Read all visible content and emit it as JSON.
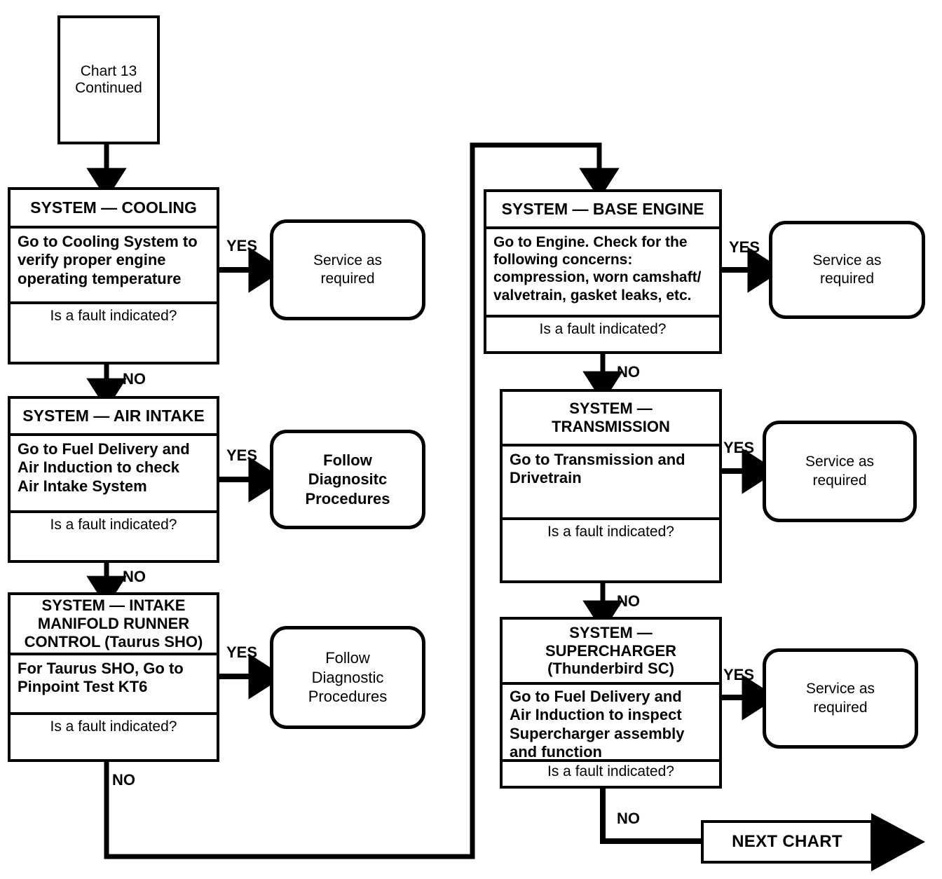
{
  "chart_data": {
    "type": "diagram",
    "title": "Chart 13 Continued — Diagnostic System Flowchart",
    "nodes": [
      {
        "id": "start",
        "kind": "box",
        "text": "Chart 13\nContinued"
      },
      {
        "id": "cooling",
        "kind": "process",
        "header": "SYSTEM — COOLING",
        "body": "Go to Cooling System to verify proper engine operating temperature",
        "question": "Is a fault indicated?"
      },
      {
        "id": "air-intake",
        "kind": "process",
        "header": "SYSTEM — AIR INTAKE",
        "body": "Go to Fuel Delivery and Air Induction to check Air Intake System",
        "question": "Is a fault indicated?"
      },
      {
        "id": "imrc",
        "kind": "process",
        "header": "SYSTEM — INTAKE MANIFOLD RUNNER CONTROL (Taurus SHO)",
        "body": "For Taurus SHO, Go to Pinpoint  Test KT6",
        "question": "Is a fault indicated?"
      },
      {
        "id": "base-engine",
        "kind": "process",
        "header": "SYSTEM — BASE ENGINE",
        "body": "Go to Engine. Check for the following concerns: compression, worn camshaft/ valvetrain, gasket leaks, etc.",
        "question": "Is a fault indicated?"
      },
      {
        "id": "transmission",
        "kind": "process",
        "header": "SYSTEM — TRANSMISSION",
        "body": "Go to Transmission and Drivetrain",
        "question": "Is a fault indicated?"
      },
      {
        "id": "supercharger",
        "kind": "process",
        "header": "SYSTEM — SUPERCHARGER (Thunderbird SC)",
        "body": "Go to Fuel Delivery and Air Induction to inspect Supercharger assembly and function",
        "question": "Is a fault indicated?"
      }
    ],
    "terminators": [
      {
        "id": "cooling-yes",
        "text": "Service as required"
      },
      {
        "id": "air-intake-yes",
        "text": "Follow Diagnositc Procedures"
      },
      {
        "id": "imrc-yes",
        "text": "Follow Diagnostic Procedures"
      },
      {
        "id": "base-engine-yes",
        "text": "Service as required"
      },
      {
        "id": "transmission-yes",
        "text": "Service as required"
      },
      {
        "id": "supercharger-yes",
        "text": "Service as required"
      },
      {
        "id": "next-chart",
        "text": "NEXT CHART"
      }
    ],
    "edges": [
      {
        "from": "start",
        "to": "cooling",
        "label": ""
      },
      {
        "from": "cooling",
        "to": "cooling-yes",
        "label": "YES"
      },
      {
        "from": "cooling",
        "to": "air-intake",
        "label": "NO"
      },
      {
        "from": "air-intake",
        "to": "air-intake-yes",
        "label": "YES"
      },
      {
        "from": "air-intake",
        "to": "imrc",
        "label": "NO"
      },
      {
        "from": "imrc",
        "to": "imrc-yes",
        "label": "YES"
      },
      {
        "from": "imrc",
        "to": "base-engine",
        "label": "NO"
      },
      {
        "from": "base-engine",
        "to": "base-engine-yes",
        "label": "YES"
      },
      {
        "from": "base-engine",
        "to": "transmission",
        "label": "NO"
      },
      {
        "from": "transmission",
        "to": "transmission-yes",
        "label": "YES"
      },
      {
        "from": "transmission",
        "to": "supercharger",
        "label": "NO"
      },
      {
        "from": "supercharger",
        "to": "supercharger-yes",
        "label": "YES"
      },
      {
        "from": "supercharger",
        "to": "next-chart",
        "label": "NO"
      }
    ]
  },
  "start": {
    "line1": "Chart 13",
    "line2": "Continued"
  },
  "cooling": {
    "header": "SYSTEM — COOLING",
    "body_line1": "Go to Cooling System to",
    "body_line2": "verify proper engine",
    "body_line3": "operating temperature",
    "question": "Is a fault indicated?",
    "yes_label": "YES",
    "no_label": "NO",
    "result": "Service as\nrequired",
    "result_line1": "Service as",
    "result_line2": "required"
  },
  "air_intake": {
    "header": "SYSTEM — AIR INTAKE",
    "body_line1": "Go to Fuel Delivery and",
    "body_line2": "Air Induction to check",
    "body_line3": "Air Intake System",
    "question": "Is a fault indicated?",
    "yes_label": "YES",
    "no_label": "NO",
    "result_line1": "Follow",
    "result_line2": "Diagnositc",
    "result_line3": "Procedures"
  },
  "imrc": {
    "header_line1": "SYSTEM — INTAKE",
    "header_line2": "MANIFOLD RUNNER",
    "header_line3": "CONTROL (Taurus SHO)",
    "body_line1": "For Taurus SHO, Go to",
    "body_line2": "Pinpoint  Test KT6",
    "question": "Is a fault indicated?",
    "yes_label": "YES",
    "no_label": "NO",
    "result_line1": "Follow",
    "result_line2": "Diagnostic",
    "result_line3": "Procedures"
  },
  "base_engine": {
    "header": "SYSTEM — BASE ENGINE",
    "body_line1": "Go to Engine. Check for the",
    "body_line2": "following concerns:",
    "body_line3": "compression, worn camshaft/",
    "body_line4": "valvetrain, gasket leaks, etc.",
    "question": "Is a fault indicated?",
    "yes_label": "YES",
    "no_label": "NO",
    "result_line1": "Service as",
    "result_line2": "required"
  },
  "transmission": {
    "header_line1": "SYSTEM —",
    "header_line2": "TRANSMISSION",
    "body_line1": "Go to Transmission and",
    "body_line2": "Drivetrain",
    "question": "Is a fault indicated?",
    "yes_label": "YES",
    "no_label": "NO",
    "result_line1": "Service as",
    "result_line2": "required"
  },
  "supercharger": {
    "header_line1": "SYSTEM —",
    "header_line2": "SUPERCHARGER",
    "header_line3": "(Thunderbird SC)",
    "body_line1": "Go to Fuel Delivery and",
    "body_line2": "Air Induction to inspect",
    "body_line3": "Supercharger assembly",
    "body_line4": "and function",
    "question": "Is a fault indicated?",
    "yes_label": "YES",
    "no_label": "NO",
    "result_line1": "Service as",
    "result_line2": "required"
  },
  "next_chart": {
    "label": "NEXT CHART"
  },
  "colors": {
    "stroke": "#000000",
    "background": "#ffffff"
  }
}
